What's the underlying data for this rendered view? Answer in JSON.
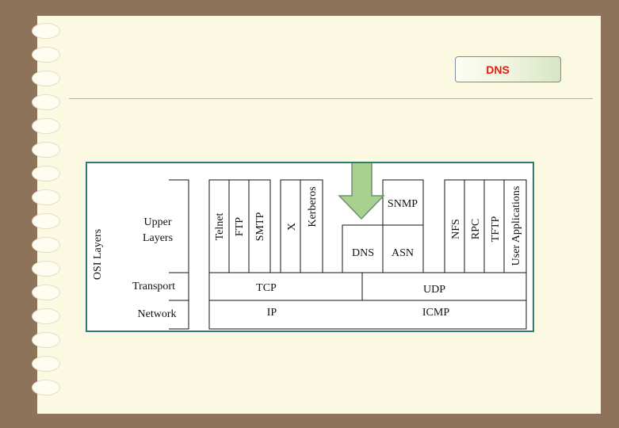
{
  "title": "DNS",
  "diagram": {
    "osi_label": "OSI Layers",
    "layer_labels": {
      "upper_1": "Upper",
      "upper_2": "Layers",
      "transport": "Transport",
      "network": "Network"
    },
    "upper_protocols": {
      "telnet": "Telnet",
      "ftp": "FTP",
      "smtp": "SMTP",
      "x": "X",
      "kerberos": "Kerberos",
      "snmp": "SNMP",
      "dns": "DNS",
      "asn": "ASN",
      "nfs": "NFS",
      "rpc": "RPC",
      "tftp": "TFTP",
      "user_apps": "User Applications"
    },
    "transport": {
      "tcp": "TCP",
      "udp": "UDP"
    },
    "network": {
      "ip": "IP",
      "icmp": "ICMP"
    },
    "arrow_color": "#a9d18e"
  }
}
